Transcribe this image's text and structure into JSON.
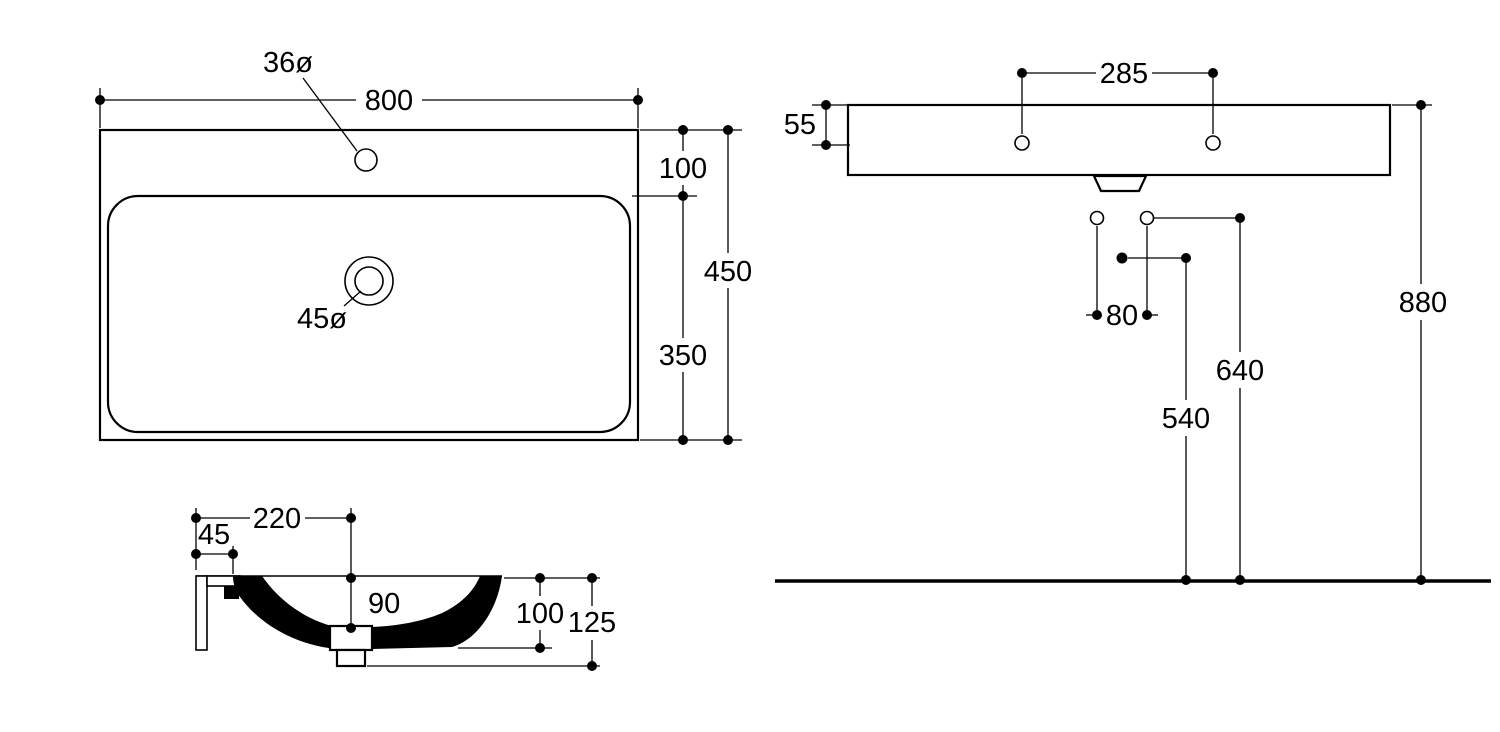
{
  "colors": {
    "line": "#000000",
    "background": "#ffffff"
  },
  "top_view": {
    "width": "800",
    "faucet_hole_diameter": "36ø",
    "drain_diameter": "45ø",
    "rim_to_basin": "100",
    "total_depth": "450",
    "basin_depth": "350"
  },
  "section_view": {
    "drain_from_back": "220",
    "back_offset": "45",
    "bowl_depth": "90",
    "front_height": "100",
    "total_height": "125"
  },
  "front_view": {
    "hole_spacing": "285",
    "top_to_holes": "55",
    "outlet_spacing": "80",
    "drain_height": "540",
    "outlet_height": "640",
    "rim_height": "880"
  }
}
